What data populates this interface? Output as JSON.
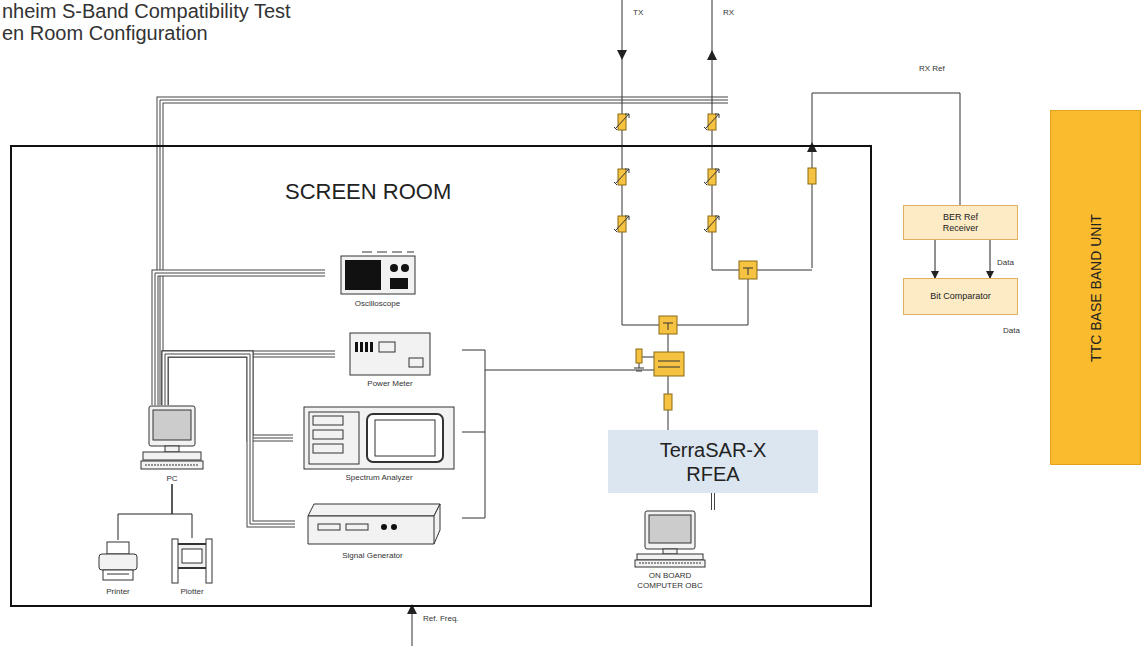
{
  "diagram": {
    "title": "nheim S-Band Compatibility Test en Room Configuration",
    "nodes": [
      {
        "text": [
          "SCREEN ROOM"
        ]
      },
      {
        "text": [
          "Oscilloscope"
        ],
        "in": 0
      },
      {
        "text": [
          "Power Meter"
        ],
        "in": 0
      },
      {
        "text": [
          "Spectrum Analyzer"
        ],
        "in": 0
      },
      {
        "text": [
          "Signal Generator"
        ],
        "in": 0
      },
      {
        "text": [
          "PC"
        ],
        "in": 0
      },
      {
        "text": [
          "Printer"
        ],
        "in": 0
      },
      {
        "text": [
          "Plotter"
        ],
        "in": 0
      },
      {
        "text": [
          "TerraSAR-X RFEA"
        ],
        "in": 0
      },
      {
        "text": [
          "ON BOARD COMPUTER OBC"
        ],
        "in": 0
      },
      {
        "text": [
          "BER Ref Receiver"
        ]
      },
      {
        "text": [
          "Bit Comparator"
        ]
      },
      {
        "text": [
          "TTC BASE BAND UNIT"
        ]
      }
    ],
    "edges": [
      {
        "from": 5,
        "to": 1,
        "arrow": "none"
      },
      {
        "from": 5,
        "to": 2,
        "arrow": "none"
      },
      {
        "from": 5,
        "to": 3,
        "arrow": "none"
      },
      {
        "from": 5,
        "to": 4,
        "arrow": "none"
      },
      {
        "from": 5,
        "to": 6,
        "arrow": "none"
      },
      {
        "from": 5,
        "to": 7,
        "arrow": "none"
      },
      {
        "from": 8,
        "to": 9,
        "arrow": "none"
      },
      {
        "from": 10,
        "to": 11,
        "arrow": "to"
      },
      {
        "from": 10,
        "to": 11,
        "label": "Data",
        "arrow": "to"
      }
    ],
    "labels": [
      "TX",
      "RX",
      "RX Ref",
      "Data",
      "Ref. Freq."
    ]
  }
}
